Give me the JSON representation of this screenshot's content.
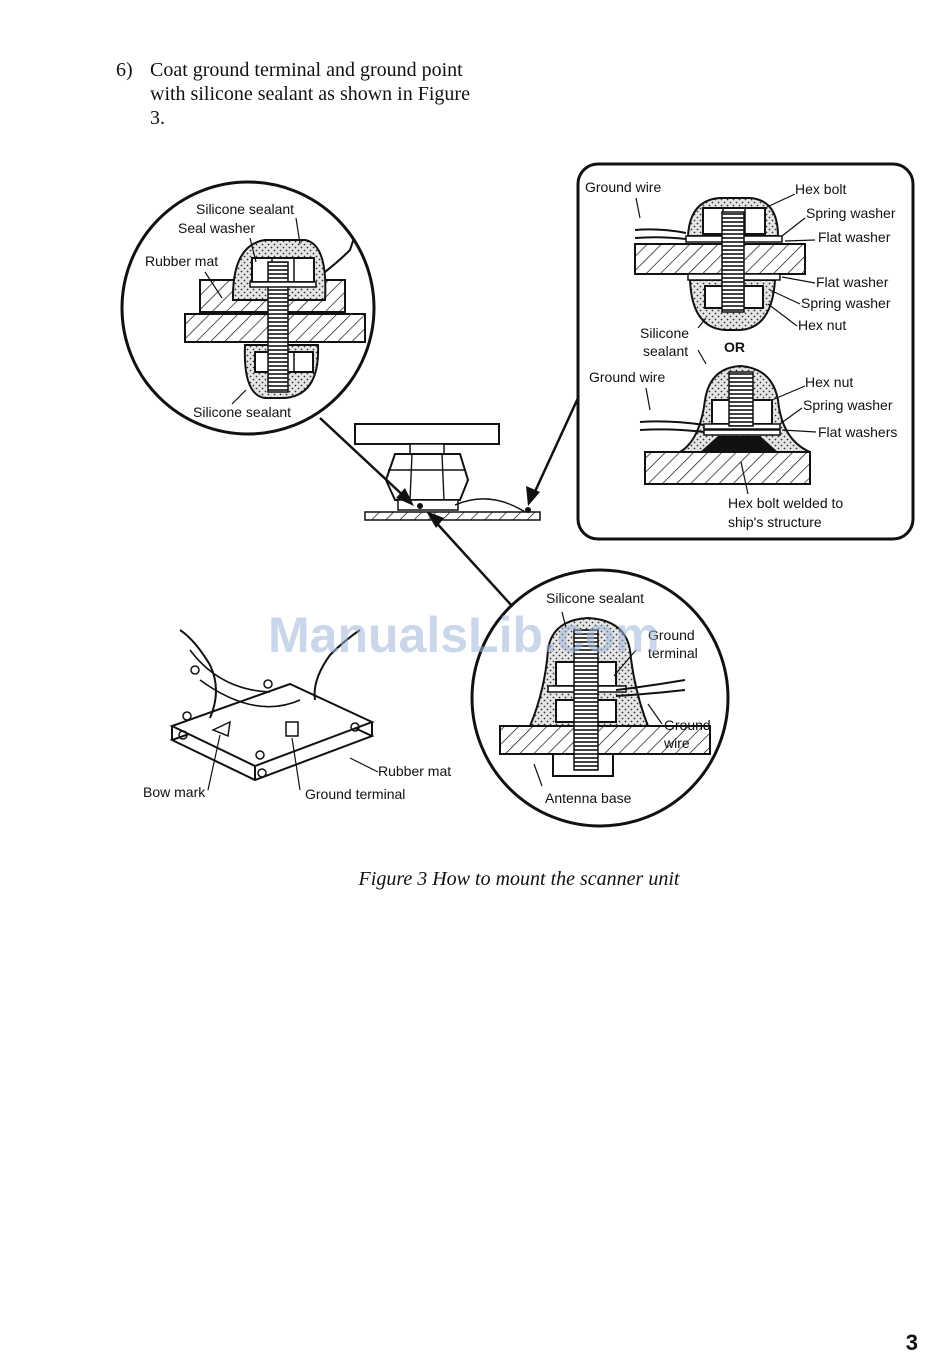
{
  "step": {
    "number": "6)",
    "line1": "Coat ground terminal and ground point",
    "line2": "with silicone sealant as shown in Figure",
    "line3": "3."
  },
  "watermark": "ManualsLib.com",
  "figure": {
    "left_detail": {
      "silicone_sealant_top": "Silicone sealant",
      "seal_washer": "Seal washer",
      "rubber_mat": "Rubber mat",
      "silicone_sealant_bottom": "Silicone sealant"
    },
    "right_detail": {
      "ground_wire_1": "Ground wire",
      "hex_bolt": "Hex bolt",
      "spring_washer_1": "Spring washer",
      "flat_washer_1": "Flat washer",
      "flat_washer_2": "Flat washer",
      "spring_washer_2": "Spring washer",
      "hex_nut_1": "Hex nut",
      "silicone_sealant_1": "Silicone",
      "silicone_sealant_2": "sealant",
      "or": "OR",
      "ground_wire_2": "Ground wire",
      "hex_nut_2": "Hex nut",
      "spring_washer_3": "Spring washer",
      "flat_washers": "Flat washers",
      "welded_1": "Hex bolt welded to",
      "welded_2": "ship's structure"
    },
    "bottom_detail": {
      "silicone_sealant": "Silicone sealant",
      "ground_terminal_1": "Ground",
      "ground_terminal_2": "terminal",
      "ground_wire_1": "Ground",
      "ground_wire_2": "wire",
      "antenna_base": "Antenna base"
    },
    "base_view": {
      "rubber_mat": "Rubber mat",
      "bow_mark": "Bow mark",
      "ground_terminal": "Ground terminal"
    }
  },
  "caption": "Figure 3 How to mount the scanner unit",
  "page_number": "3"
}
